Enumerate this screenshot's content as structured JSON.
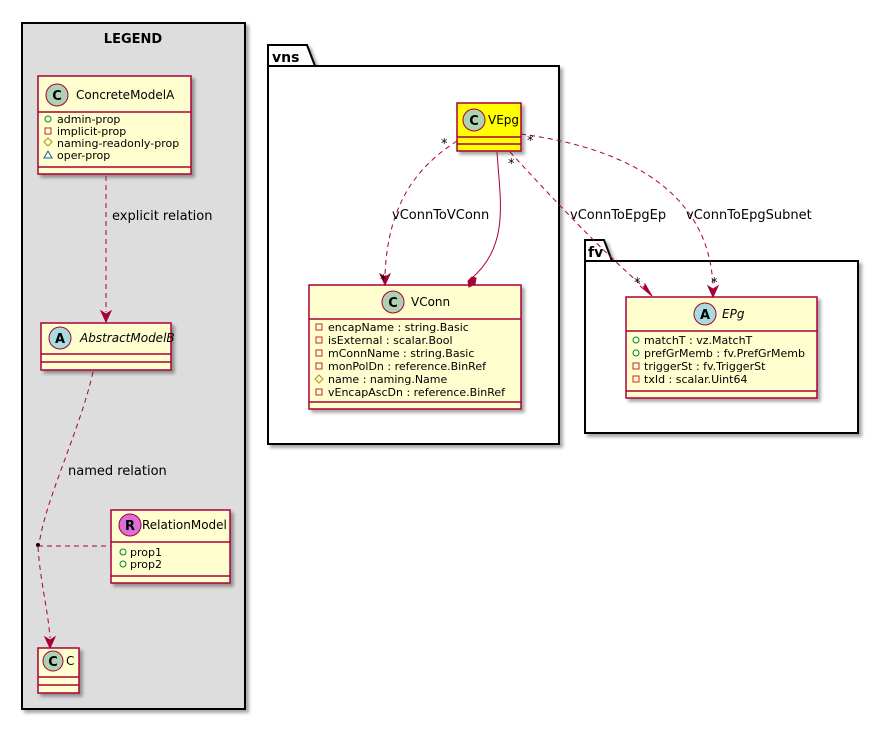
{
  "legend": {
    "title": "LEGEND",
    "concrete": {
      "name": "ConcreteModelA",
      "stereo": "C",
      "attrs": [
        {
          "vis": "+",
          "text": "admin-prop"
        },
        {
          "vis": "-",
          "text": "implicit-prop"
        },
        {
          "vis": "#",
          "text": "naming-readonly-prop"
        },
        {
          "vis": "~",
          "text": "oper-prop"
        }
      ]
    },
    "abstract": {
      "name": "AbstractModelB",
      "stereo": "A"
    },
    "relation_model": {
      "name": "RelationModel",
      "stereo": "R",
      "attrs": [
        {
          "vis": "+",
          "text": "prop1"
        },
        {
          "vis": "+",
          "text": "prop2"
        }
      ]
    },
    "c": {
      "name": "C",
      "stereo": "C"
    },
    "explicit_label": "explicit relation",
    "named_label": "named relation"
  },
  "vns": {
    "title": "vns",
    "vepg": {
      "name": "VEpg",
      "stereo": "C"
    },
    "vconn": {
      "name": "VConn",
      "stereo": "C",
      "attrs": [
        {
          "vis": "-",
          "text": "encapName : string.Basic"
        },
        {
          "vis": "-",
          "text": "isExternal : scalar.Bool"
        },
        {
          "vis": "-",
          "text": "mConnName : string.Basic"
        },
        {
          "vis": "-",
          "text": "monPolDn : reference.BinRef"
        },
        {
          "vis": "#",
          "text": "name : naming.Name"
        },
        {
          "vis": "-",
          "text": "vEncapAscDn : reference.BinRef"
        }
      ]
    }
  },
  "fv": {
    "title": "fv",
    "epg": {
      "name": "EPg",
      "stereo": "A",
      "attrs": [
        {
          "vis": "+",
          "text": "matchT : vz.MatchT"
        },
        {
          "vis": "+",
          "text": "prefGrMemb : fv.PrefGrMemb"
        },
        {
          "vis": "-",
          "text": "triggerSt : fv.TriggerSt"
        },
        {
          "vis": "-",
          "text": "txId : scalar.Uint64"
        }
      ]
    }
  },
  "relations": {
    "vconn_to_vconn": "vConnToVConn",
    "vconn_to_epg_ep": "vConnToEpgEp",
    "vconn_to_epg_subnet": "vConnToEpgSubnet",
    "mult_star": "*"
  },
  "colors": {
    "class_fill": "#FEFECE",
    "class_border": "#A80036",
    "highlight_fill": "#FFFF00",
    "legend_bg": "#DDDDDD",
    "stereo_c": "#ADD1B2",
    "stereo_a": "#A9DCDF",
    "stereo_r": "#DA70D6"
  }
}
